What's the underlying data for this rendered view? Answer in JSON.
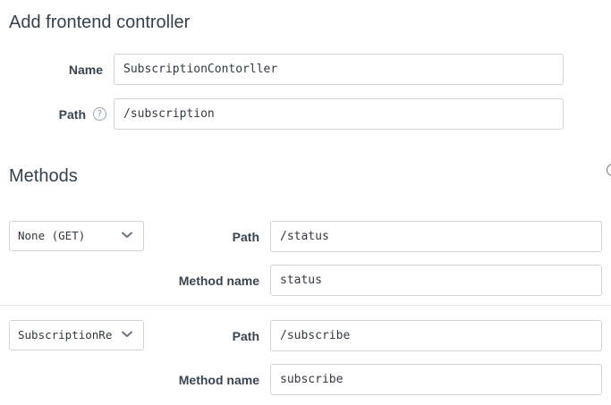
{
  "form": {
    "title": "Add frontend controller",
    "name_label": "Name",
    "name_value": "SubscriptionContorller",
    "path_label": "Path",
    "path_help": "?",
    "path_value": "/subscription"
  },
  "methods": {
    "title": "Methods",
    "rows": [
      {
        "type_select": "None (GET)",
        "path_label": "Path",
        "path_value": "/status",
        "method_name_label": "Method name",
        "method_name_value": "status"
      },
      {
        "type_select": "SubscriptionRe",
        "path_label": "Path",
        "path_value": "/subscribe",
        "method_name_label": "Method name",
        "method_name_value": "subscribe"
      }
    ]
  },
  "icons": {
    "help": "question-circle-icon",
    "dropdown": "chevron-down-icon"
  },
  "colors": {
    "border": "#cfd4d9",
    "heading": "#37414b",
    "label": "#3a444e"
  }
}
